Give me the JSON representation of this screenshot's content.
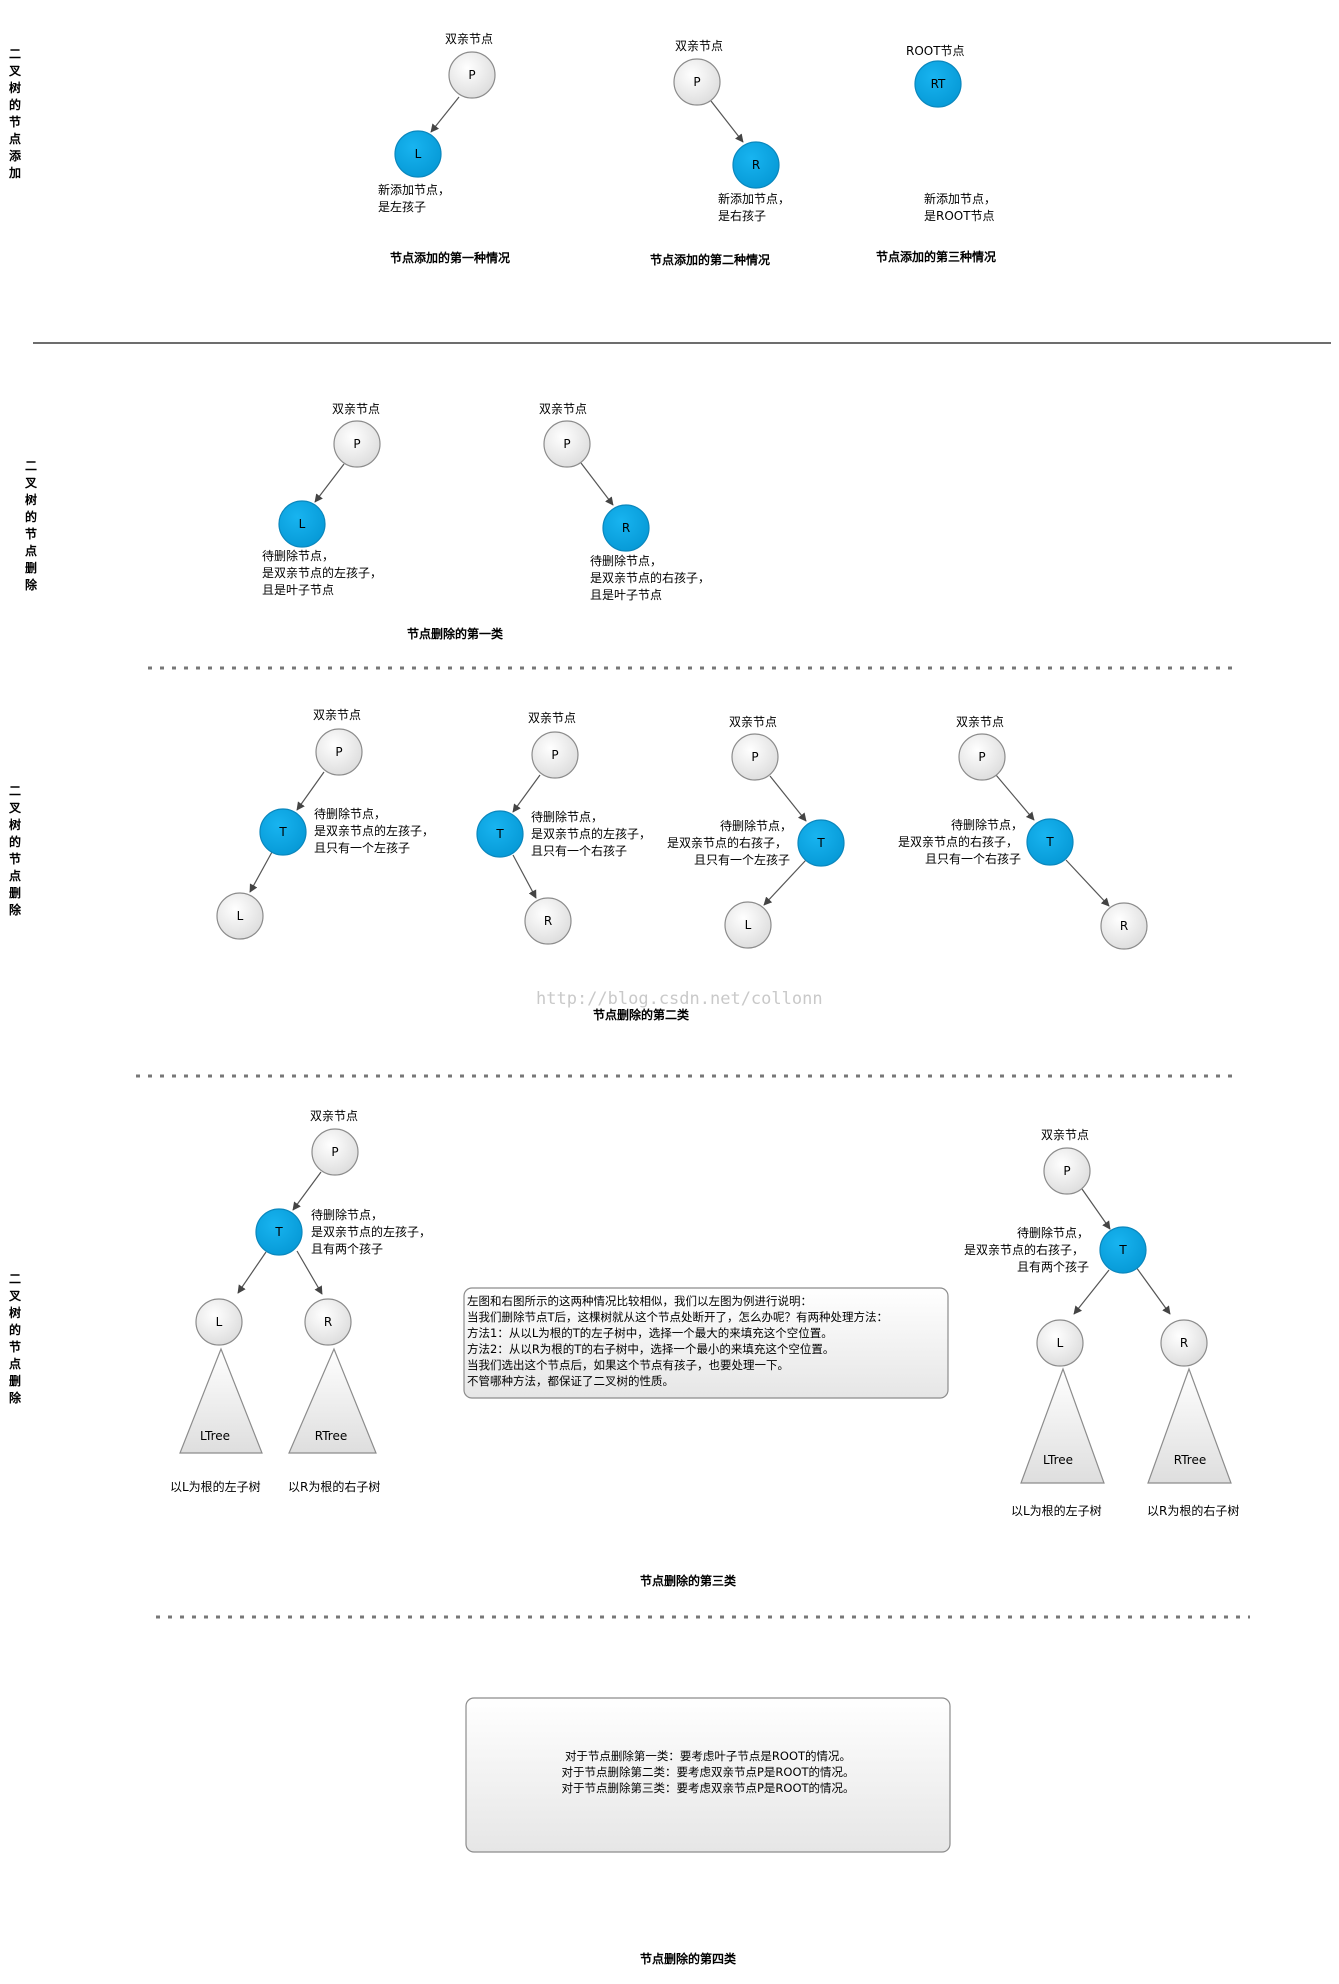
{
  "colors": {
    "highlight": "#0aa6e6",
    "plain": "#f2f2f2",
    "stroke": "#8c8c8c",
    "edge": "#555555"
  },
  "section_labels": {
    "add": "二叉树的节点添加",
    "delete1": "二叉树的节点删除",
    "delete2": "二叉树的节点删除",
    "delete3": "二叉树的节点删除"
  },
  "add": {
    "c1": {
      "parent_label": "双亲节点",
      "p": "P",
      "child": "L",
      "desc1": "新添加节点，",
      "desc2": "是左孩子",
      "caption": "节点添加的第一种情况"
    },
    "c2": {
      "parent_label": "双亲节点",
      "p": "P",
      "child": "R",
      "desc1": "新添加节点，",
      "desc2": "是右孩子",
      "caption": "节点添加的第二种情况"
    },
    "c3": {
      "root_label": "ROOT节点",
      "node": "RT",
      "desc1": "新添加节点，",
      "desc2": "是ROOT节点",
      "caption": "节点添加的第三种情况"
    }
  },
  "del1": {
    "a": {
      "parent_label": "双亲节点",
      "p": "P",
      "child": "L",
      "d1": "待删除节点，",
      "d2": "是双亲节点的左孩子，",
      "d3": "且是叶子节点"
    },
    "b": {
      "parent_label": "双亲节点",
      "p": "P",
      "child": "R",
      "d1": "待删除节点，",
      "d2": "是双亲节点的右孩子，",
      "d3": "且是叶子节点"
    },
    "caption": "节点删除的第一类"
  },
  "del2": {
    "a": {
      "parent_label": "双亲节点",
      "p": "P",
      "t": "T",
      "c": "L",
      "d1": "待删除节点，",
      "d2": "是双亲节点的左孩子，",
      "d3": "且只有一个左孩子"
    },
    "b": {
      "parent_label": "双亲节点",
      "p": "P",
      "t": "T",
      "c": "R",
      "d1": "待删除节点，",
      "d2": "是双亲节点的左孩子，",
      "d3": "且只有一个右孩子"
    },
    "c": {
      "parent_label": "双亲节点",
      "p": "P",
      "t": "T",
      "c": "L",
      "d1": "待删除节点，",
      "d2": "是双亲节点的右孩子，",
      "d3": "且只有一个左孩子"
    },
    "d": {
      "parent_label": "双亲节点",
      "p": "P",
      "t": "T",
      "c": "R",
      "d1": "待删除节点，",
      "d2": "是双亲节点的右孩子，",
      "d3": "且只有一个右孩子"
    },
    "watermark": "http://blog.csdn.net/collonn",
    "caption": "节点删除的第二类"
  },
  "del3": {
    "left": {
      "parent_label": "双亲节点",
      "p": "P",
      "t": "T",
      "l": "L",
      "r": "R",
      "d1": "待删除节点，",
      "d2": "是双亲节点的左孩子，",
      "d3": "且有两个孩子",
      "ltree": "LTree",
      "rtree": "RTree",
      "lsub": "以L为根的左子树",
      "rsub": "以R为根的右子树"
    },
    "right": {
      "parent_label": "双亲节点",
      "p": "P",
      "t": "T",
      "l": "L",
      "r": "R",
      "d1": "待删除节点，",
      "d2": "是双亲节点的右孩子，",
      "d3": "且有两个孩子",
      "ltree": "LTree",
      "rtree": "RTree",
      "lsub": "以L为根的左子树",
      "rsub": "以R为根的右子树"
    },
    "note": [
      "左图和右图所示的这两种情况比较相似，我们以左图为例进行说明：",
      "当我们删除节点T后，这棵树就从这个节点处断开了，怎么办呢？有两种处理方法：",
      "方法1：从以L为根的T的左子树中，选择一个最大的来填充这个空位置。",
      "方法2：从以R为根的T的右子树中，选择一个最小的来填充这个空位置。",
      "当我们选出这个节点后，如果这个节点有孩子，也要处理一下。",
      "不管哪种方法，都保证了二叉树的性质。"
    ],
    "caption": "节点删除的第三类"
  },
  "del4": {
    "note": [
      "对于节点删除第一类：要考虑叶子节点是ROOT的情况。",
      "对于节点删除第二类：要考虑双亲节点P是ROOT的情况。",
      "对于节点删除第三类：要考虑双亲节点P是ROOT的情况。"
    ],
    "caption": "节点删除的第四类"
  }
}
